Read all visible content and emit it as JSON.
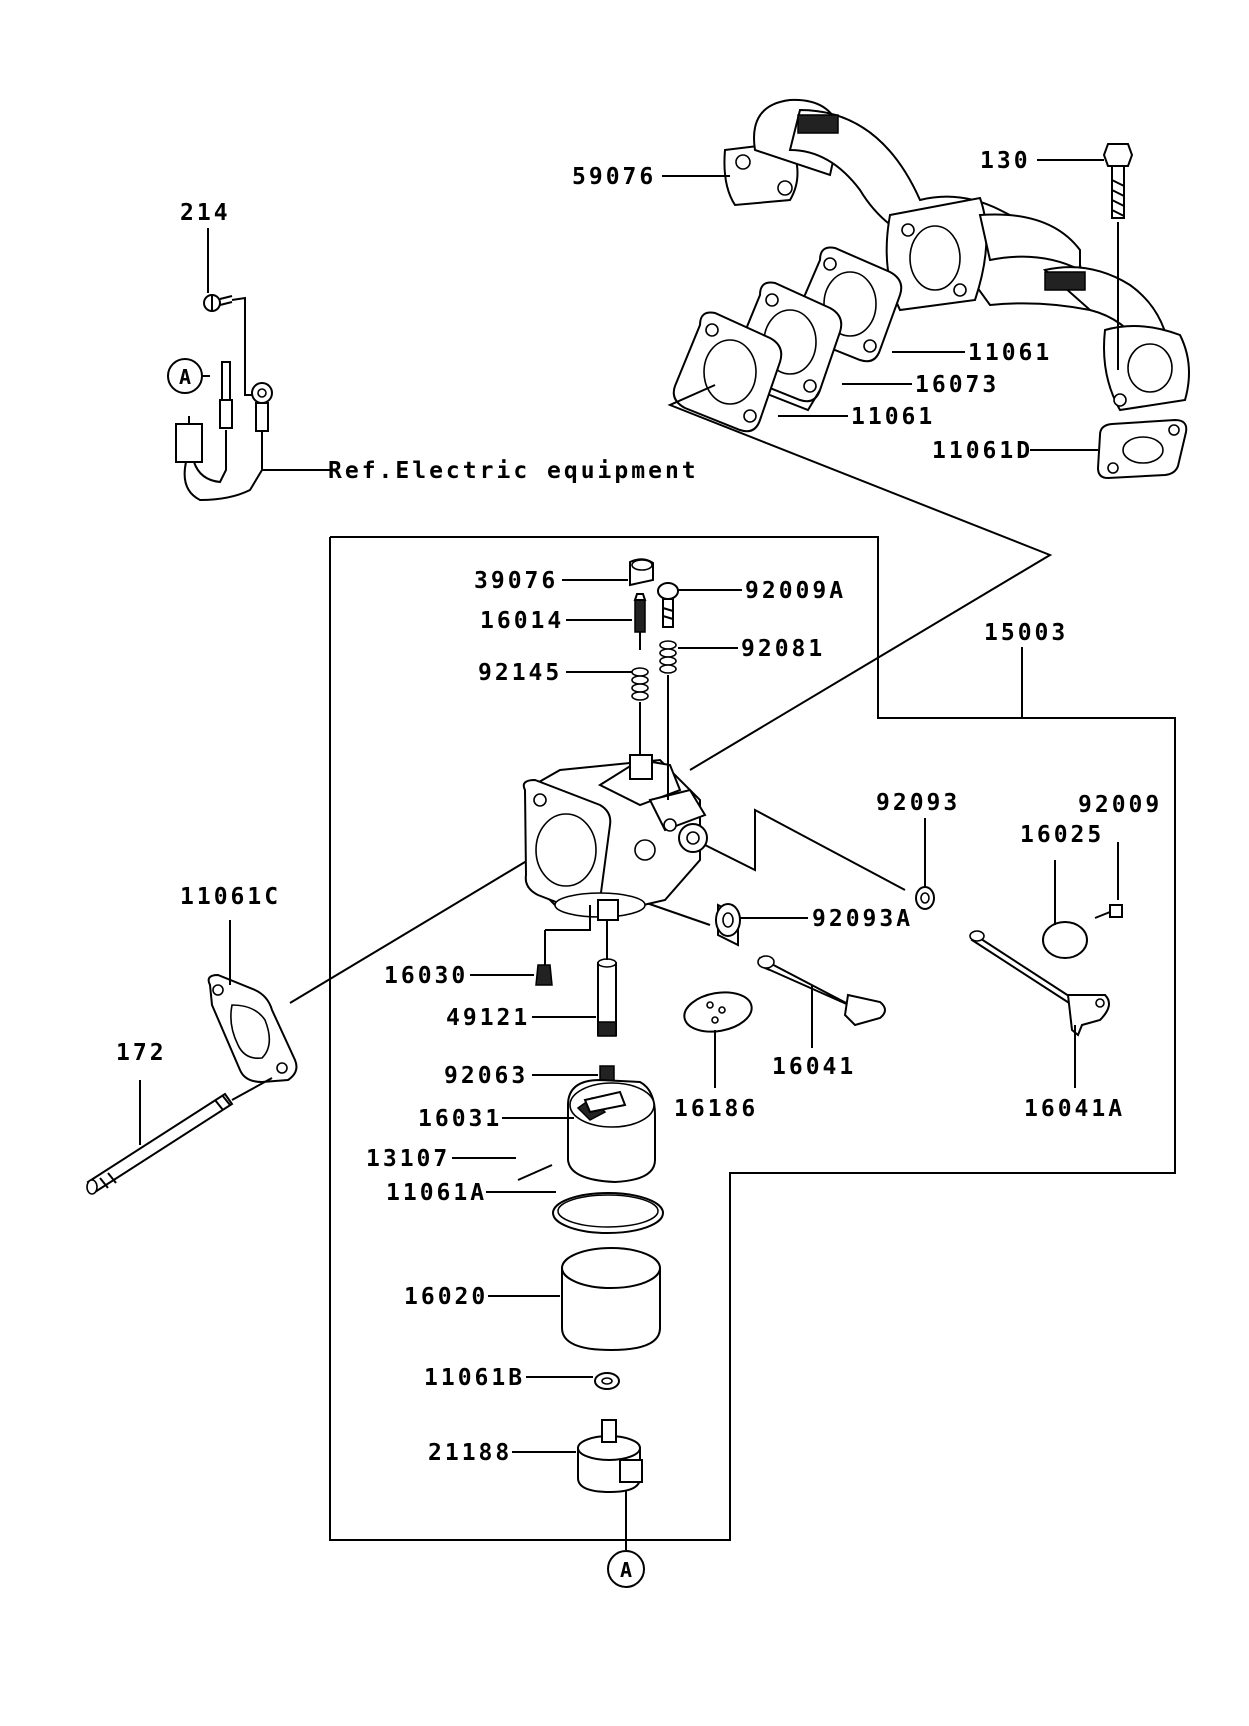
{
  "labels": {
    "p59076": "59076",
    "p130": "130",
    "p214": "214",
    "p11061_top": "11061",
    "p16073": "16073",
    "p11061_mid": "11061",
    "p11061D": "11061D",
    "ref_electric": "Ref.Electric equipment",
    "p39076": "39076",
    "p92009A": "92009A",
    "p16014": "16014",
    "p92081": "92081",
    "p92145": "92145",
    "p15003": "15003",
    "p92093": "92093",
    "p92009": "92009",
    "p16025": "16025",
    "p11061C": "11061C",
    "p92093A": "92093A",
    "p16030": "16030",
    "p49121": "49121",
    "p172": "172",
    "p16041": "16041",
    "p16186": "16186",
    "p16041A": "16041A",
    "p92063": "92063",
    "p16031": "16031",
    "p13107": "13107",
    "p11061A": "11061A",
    "p16020": "16020",
    "p11061B": "11061B",
    "p21188": "21188",
    "ref_a_top": "A",
    "ref_a_bottom": "A"
  }
}
